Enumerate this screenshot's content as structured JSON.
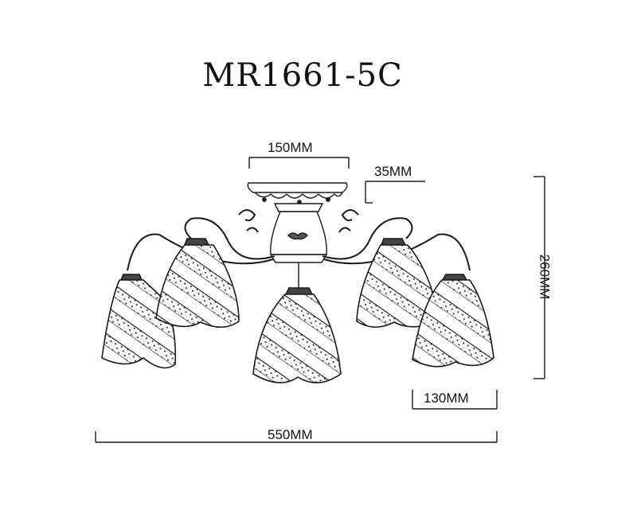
{
  "title": "MR1661-5C",
  "dimensions": {
    "top_width": "150MM",
    "top_height": "35MM",
    "total_height": "260MM",
    "shade_width": "130MM",
    "total_width": "550MM"
  },
  "colors": {
    "line": "#1a1a1a",
    "pattern": "#333333"
  }
}
